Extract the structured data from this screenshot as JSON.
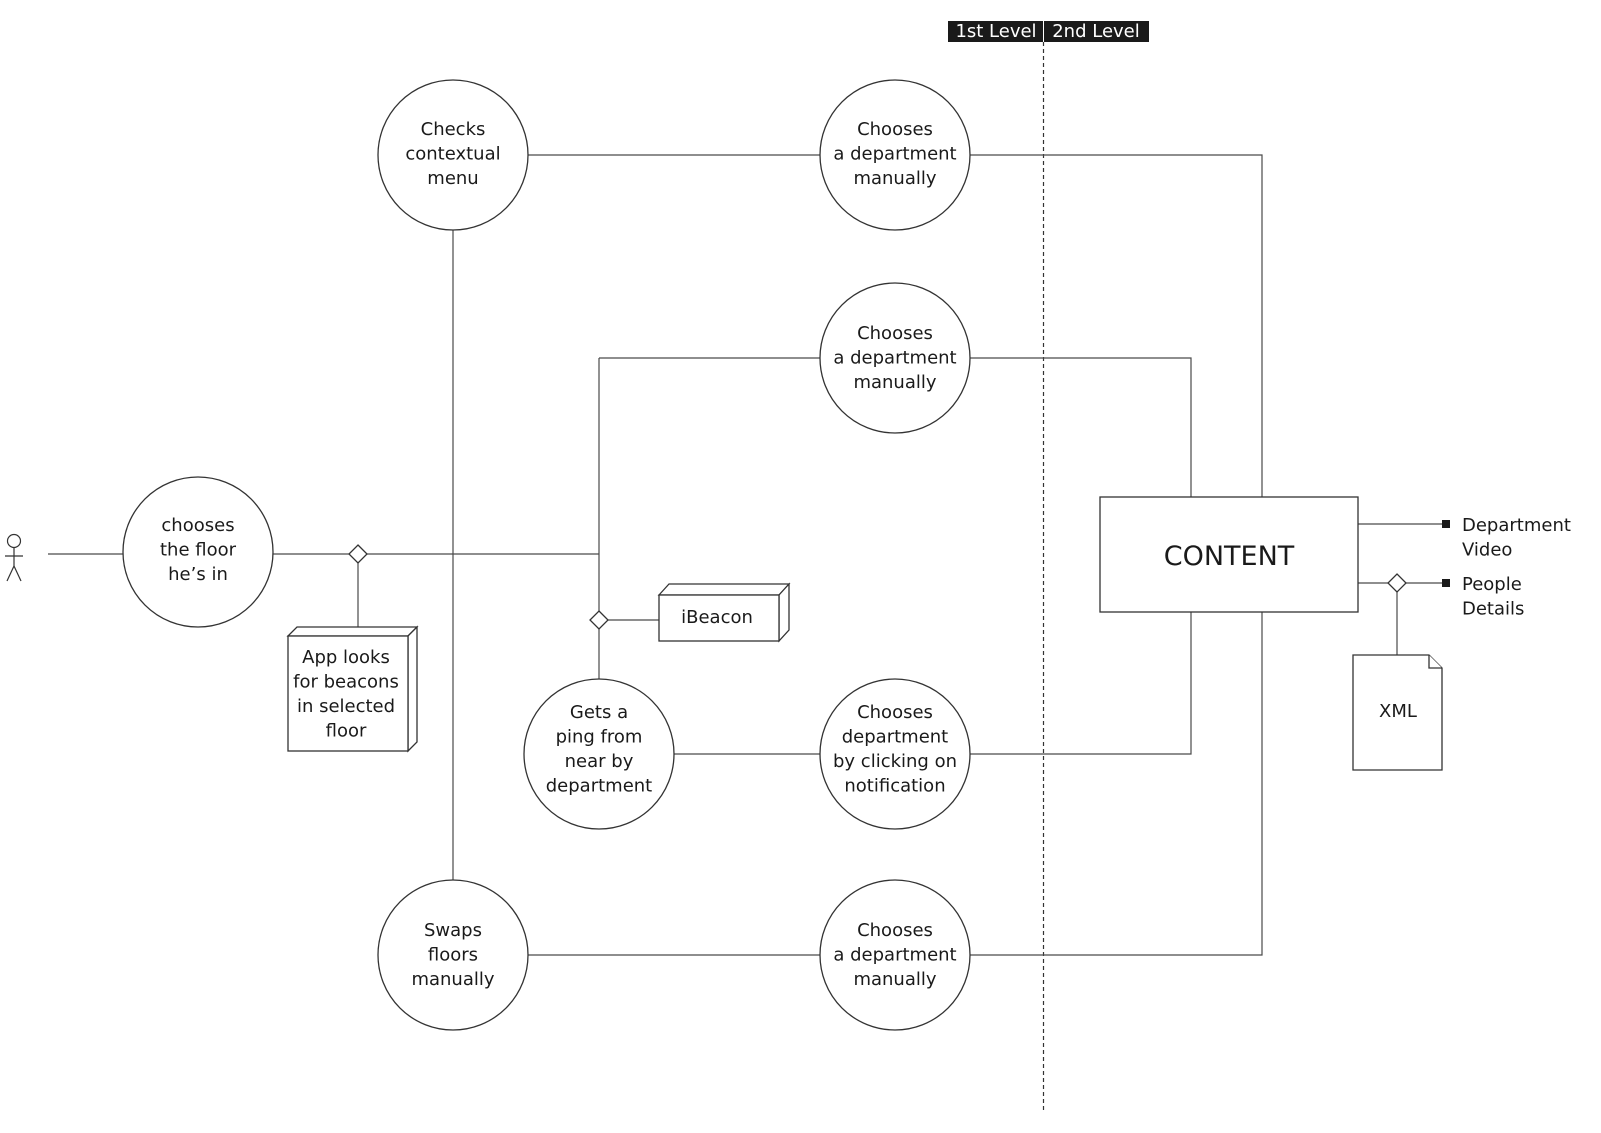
{
  "header": {
    "level1": "1st Level",
    "level2": "2nd Level",
    "colors": {
      "header_bg": "#1a1a1a",
      "header_text": "#ffffff"
    }
  },
  "actor": {
    "icon": "stick-figure-icon"
  },
  "nodes": {
    "choose_floor": {
      "lines": [
        "chooses",
        "the floor",
        "he’s in"
      ]
    },
    "checks_menu": {
      "lines": [
        "Checks",
        "contextual",
        "menu"
      ]
    },
    "swaps_floors": {
      "lines": [
        "Swaps",
        "floors",
        "manually"
      ]
    },
    "gets_ping": {
      "lines": [
        "Gets a",
        "ping from",
        "near by",
        "department"
      ]
    },
    "choose_dept_1": {
      "lines": [
        "Chooses",
        "a department",
        "manually"
      ]
    },
    "choose_dept_2": {
      "lines": [
        "Chooses",
        "a department",
        "manually"
      ]
    },
    "choose_dept_3": {
      "lines": [
        "Chooses",
        "department",
        "by clicking on",
        "notification"
      ]
    },
    "choose_dept_4": {
      "lines": [
        "Chooses",
        "a department",
        "manually"
      ]
    },
    "app_looks": {
      "lines": [
        "App looks",
        "for beacons",
        "in selected",
        "floor"
      ]
    },
    "ibeacon": {
      "lines": [
        "iBeacon"
      ]
    },
    "content": {
      "lines": [
        "CONTENT"
      ]
    },
    "xml": {
      "lines": [
        "XML"
      ]
    }
  },
  "outputs": {
    "department_video": {
      "lines": [
        "Department",
        "Video"
      ]
    },
    "people_details": {
      "lines": [
        "People",
        "Details"
      ]
    }
  }
}
